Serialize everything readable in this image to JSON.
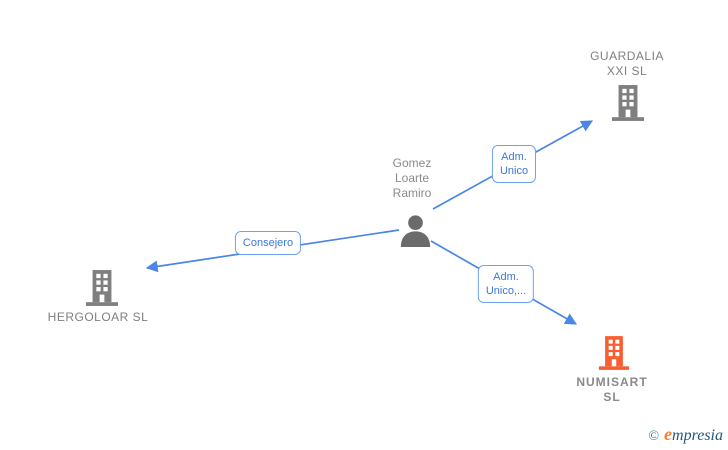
{
  "diagram": {
    "person": {
      "name_lines": [
        "Gomez",
        "Loarte",
        "Ramiro"
      ],
      "icon": "person-icon"
    },
    "companies": {
      "guardalia": {
        "label_lines": [
          "GUARDALIA",
          "XXI  SL"
        ],
        "icon": "building-icon",
        "highlighted": false
      },
      "hergoloar": {
        "label_lines": [
          "HERGOLOAR SL"
        ],
        "icon": "building-icon",
        "highlighted": false
      },
      "numisart": {
        "label_lines": [
          "NUMISART",
          "SL"
        ],
        "icon": "building-icon",
        "highlighted": true
      }
    },
    "edges": {
      "to_guardalia": {
        "label_lines": [
          "Adm.",
          "Unico"
        ]
      },
      "to_hergoloar": {
        "label_lines": [
          "Consejero"
        ]
      },
      "to_numisart": {
        "label_lines": [
          "Adm.",
          "Unico,..."
        ]
      }
    }
  },
  "watermark": {
    "copyright": "©",
    "brand_first": "e",
    "brand_rest": "mpresia"
  },
  "colors": {
    "edge": "#4a86e8",
    "edge_label_text": "#3b77dd",
    "edge_label_border": "#6fa1f2",
    "company_default": "#7f7f7f",
    "company_highlight": "#f75f33",
    "person": "#6b6b6b",
    "node_text": "#7f7f7f",
    "watermark_copyright": "#2e7f8f",
    "watermark_first": "#f08033",
    "watermark_rest": "#23587a"
  }
}
